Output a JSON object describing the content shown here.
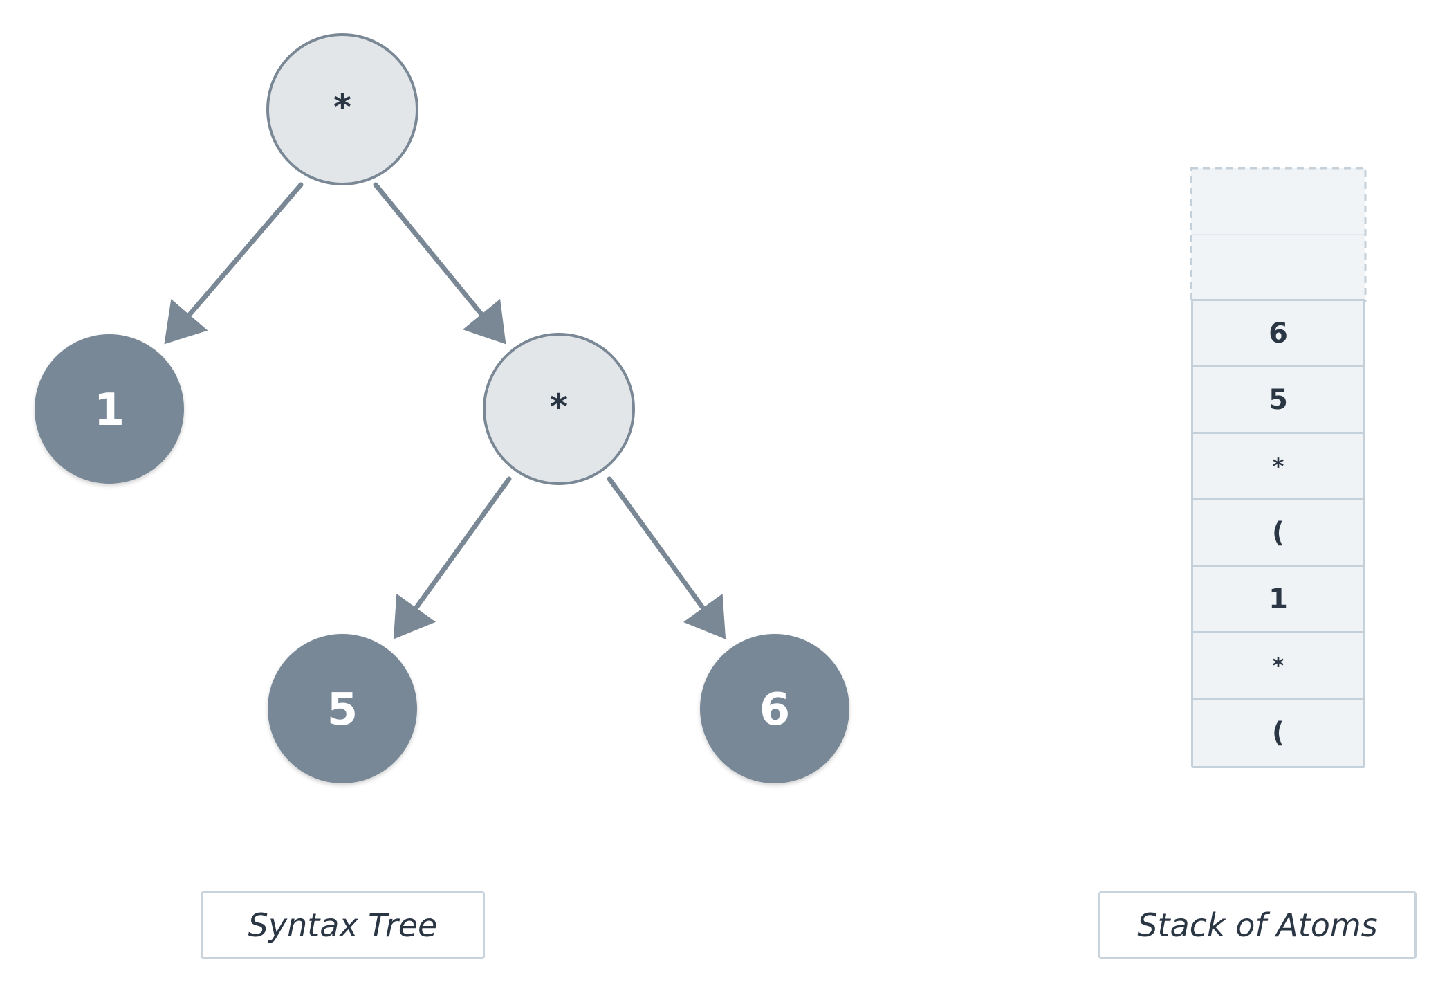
{
  "tree": {
    "nodes": {
      "root": {
        "label": "*",
        "kind": "operator"
      },
      "left_leaf": {
        "label": "1",
        "kind": "atom"
      },
      "inner": {
        "label": "*",
        "kind": "operator"
      },
      "inner_left": {
        "label": "5",
        "kind": "atom"
      },
      "inner_right": {
        "label": "6",
        "kind": "atom"
      }
    },
    "edges": [
      {
        "from": "root",
        "to": "left_leaf"
      },
      {
        "from": "root",
        "to": "inner"
      },
      {
        "from": "inner",
        "to": "inner_left"
      },
      {
        "from": "inner",
        "to": "inner_right"
      }
    ],
    "caption": "Syntax Tree"
  },
  "stack": {
    "empty_slots": 2,
    "items": [
      "6",
      "5",
      "*",
      "(",
      "1",
      "*",
      "("
    ],
    "caption": "Stack of Atoms"
  },
  "colors": {
    "operator_fill": "#e2e6e9",
    "operator_stroke": "#7a8896",
    "atom_fill": "#788897",
    "atom_text": "#ffffff",
    "edge": "#7a8896",
    "text": "#2b3644",
    "stack_fill": "#eff3f6",
    "stack_border": "#c5d1da"
  }
}
